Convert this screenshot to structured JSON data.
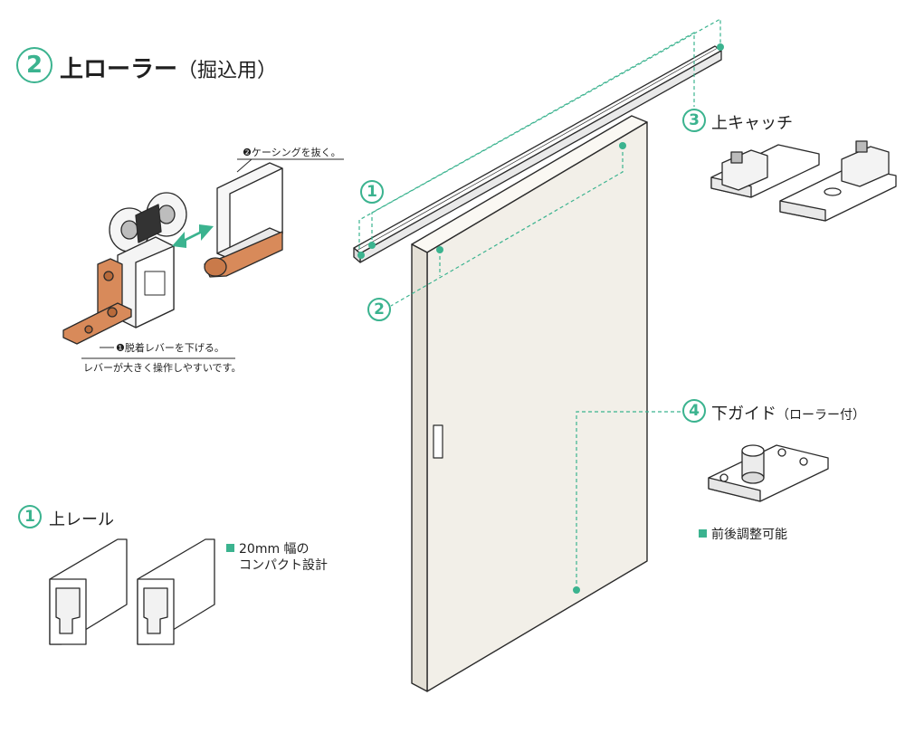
{
  "colors": {
    "accent": "#3bb38f",
    "wood": "#d88a5a",
    "door": "#f2efe8",
    "line": "#2a2a2a"
  },
  "roller": {
    "number": "2",
    "title": "上ローラー",
    "paren": "（掘込用）",
    "note_casing": "❷ケーシングを抜く。",
    "note_lever_1": "❶脱着レバーを下げる。",
    "note_lever_2": "レバーが大きく操作しやすいです。"
  },
  "rail": {
    "number": "1",
    "title": "上レール",
    "note_1": "20mm 幅の",
    "note_2": "コンパクト設計"
  },
  "catch": {
    "number": "3",
    "title": "上キャッチ"
  },
  "guide": {
    "number": "4",
    "title": "下ガイド",
    "paren": "（ローラー付）",
    "note": "前後調整可能"
  },
  "callouts": {
    "c1": "1",
    "c2": "2"
  }
}
